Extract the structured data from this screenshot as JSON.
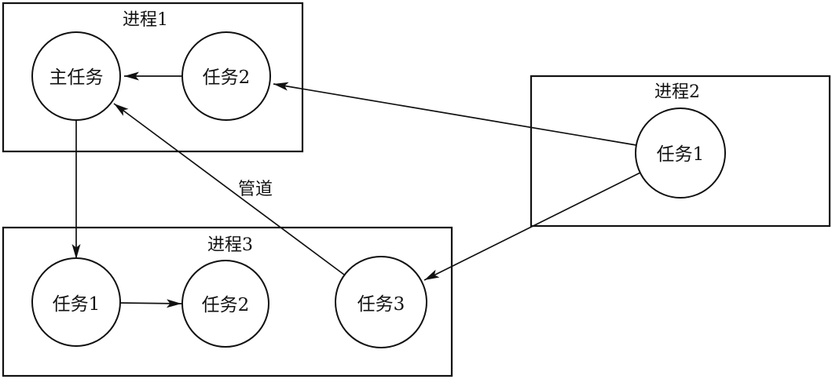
{
  "figure": {
    "background_color": "#ffffff",
    "stroke_color": "#111111",
    "pipe_label": "管道",
    "processes": [
      {
        "title": "进程1",
        "tasks": [
          "主任务",
          "任务2"
        ]
      },
      {
        "title": "进程2",
        "tasks": [
          "任务1"
        ]
      },
      {
        "title": "进程3",
        "tasks": [
          "任务1",
          "任务2",
          "任务3"
        ]
      }
    ],
    "connections": [
      {
        "from": "进程1/任务2",
        "to": "进程1/主任务",
        "label": ""
      },
      {
        "from": "进程1/主任务",
        "to": "进程3/任务1",
        "label": ""
      },
      {
        "from": "进程3/任务1",
        "to": "进程3/任务2",
        "label": ""
      },
      {
        "from": "进程2/任务1",
        "to": "进程1/任务2",
        "label": ""
      },
      {
        "from": "进程2/任务1",
        "to": "进程3/任务3",
        "label": ""
      },
      {
        "from": "进程3/任务3",
        "to": "进程1/主任务",
        "label": "管道"
      }
    ]
  }
}
